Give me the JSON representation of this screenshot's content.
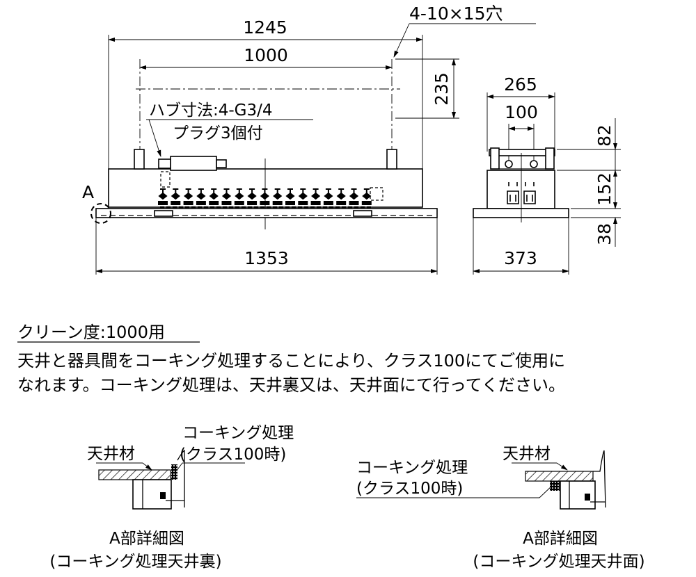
{
  "front_view": {
    "dim_overall_top": "1245",
    "dim_hole_pitch": "1000",
    "dim_hole_depth": "235",
    "hole_callout": "4-10×15穴",
    "hub_size": "ハブ寸法:4-G3/4",
    "plug_note": "プラグ3個付",
    "detail_marker": "A",
    "dim_flange_width": "1353"
  },
  "side_view": {
    "dim_frame_width": "265",
    "dim_port_pitch": "100",
    "dim_bracket_height": "82",
    "dim_body_height": "152",
    "dim_flange_height": "38",
    "dim_flange_depth": "373"
  },
  "notes": {
    "title": "クリーン度:1000用",
    "line1": "天井と器具間をコーキング処理することにより、クラス100にてご使用に",
    "line2": "なれます。コーキング処理は、天井裏又は、天井面にて行ってください。"
  },
  "details": [
    {
      "ceiling_label": "天井材",
      "caulk_label": "コーキング処理",
      "caulk_condition": "(クラス100時)",
      "title": "A部詳細図",
      "subtitle": "(コーキング処理天井裏)"
    },
    {
      "ceiling_label": "天井材",
      "caulk_label": "コーキング処理",
      "caulk_condition": "(クラス100時)",
      "title": "A部詳細図",
      "subtitle": "(コーキング処理天井面)"
    }
  ]
}
